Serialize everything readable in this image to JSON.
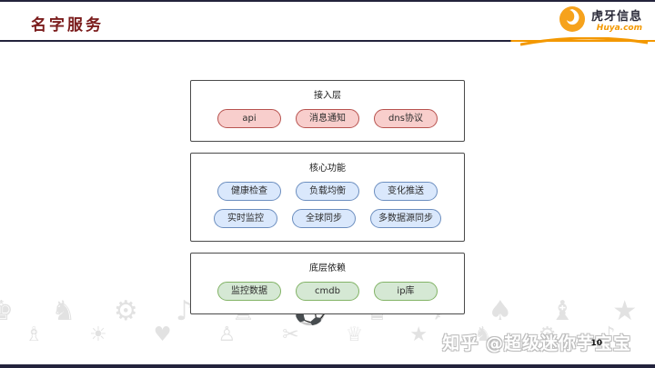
{
  "header": {
    "title": "名字服务",
    "logo": {
      "company": "虎牙信息",
      "domain": "Huya.com"
    }
  },
  "diagram": {
    "layers": [
      {
        "name": "接入层",
        "rows": [
          [
            "api",
            "消息通知",
            "dns协议"
          ]
        ]
      },
      {
        "name": "核心功能",
        "rows": [
          [
            "健康检查",
            "负载均衡",
            "变化推送"
          ],
          [
            "实时监控",
            "全球同步",
            "多数据源同步"
          ]
        ]
      },
      {
        "name": "底层依赖",
        "rows": [
          [
            "监控数据",
            "cmdb",
            "ip库"
          ]
        ]
      }
    ]
  },
  "footer": {
    "watermark": "知乎 @超级迷你芋宝宝",
    "page_number": "10",
    "doodles_row1": "♚ ♞ ⚙ ♪ ♜ ⚽ ♛ ✈ ♠ ♝ ★ ⚓ ♫ ☂ ♘ ♟ ♣ ⚡ ♖ ☁ ♬ ♔ ♛ ♞",
    "doodles_row2": "♩ ♗ ☀ ♥ ♙ ✂ ♕ ★ ♞ ⚙ ♪ ♚ ⚽ ♜ ♛ ✈ ♠ ♝ ⚓ ♫ ♘ ♟"
  },
  "colors": {
    "title_color": "#7b1c1c",
    "accent_orange": "#f39800",
    "line_dark": "#23233c",
    "box_border": "#4a4a4a",
    "pill_red_fill": "#f8cecc",
    "pill_red_stroke": "#b85450",
    "pill_blue_fill": "#dae8fc",
    "pill_blue_stroke": "#6c8ebf",
    "pill_green_fill": "#d5e8d4",
    "pill_green_stroke": "#82b366",
    "doodle_grey": "#e2e2e2"
  }
}
